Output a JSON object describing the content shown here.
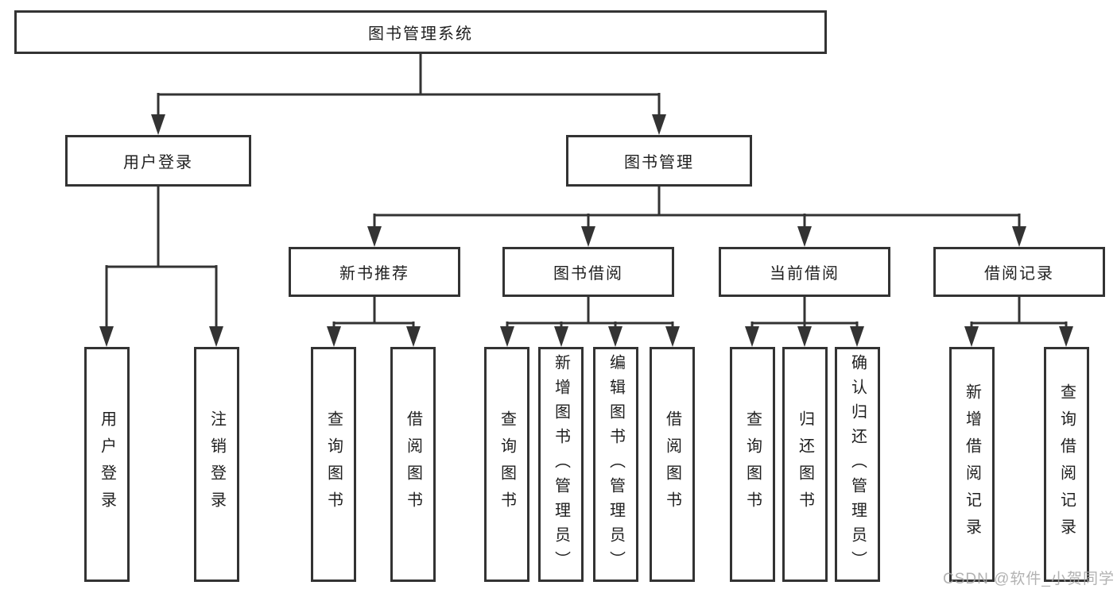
{
  "diagram": {
    "type": "hierarchy-tree",
    "orientation": "top-down"
  },
  "colors": {
    "line": "#333333",
    "box_border": "#333333",
    "box_background": "#ffffff",
    "text": "#1f1f1f",
    "watermark": "#a5a5a5"
  },
  "tree": {
    "root": {
      "label": "图书管理系统"
    },
    "branches": [
      {
        "label": "用户登录",
        "children": [
          {
            "label": "用户登录"
          },
          {
            "label": "注销登录"
          }
        ]
      },
      {
        "label": "图书管理",
        "children": [
          {
            "label": "新书推荐",
            "children": [
              {
                "label": "查询图书"
              },
              {
                "label": "借阅图书"
              }
            ]
          },
          {
            "label": "图书借阅",
            "children": [
              {
                "label": "查询图书"
              },
              {
                "label": "新增图书（管理员）"
              },
              {
                "label": "编辑图书（管理员）"
              },
              {
                "label": "借阅图书"
              }
            ]
          },
          {
            "label": "当前借阅",
            "children": [
              {
                "label": "查询图书"
              },
              {
                "label": "归还图书"
              },
              {
                "label": "确认归还（管理员）"
              }
            ]
          },
          {
            "label": "借阅记录",
            "children": [
              {
                "label": "新增借阅记录"
              },
              {
                "label": "查询借阅记录"
              }
            ]
          }
        ]
      }
    ]
  },
  "watermark": {
    "text": "CSDN @软件_小贺同学"
  }
}
